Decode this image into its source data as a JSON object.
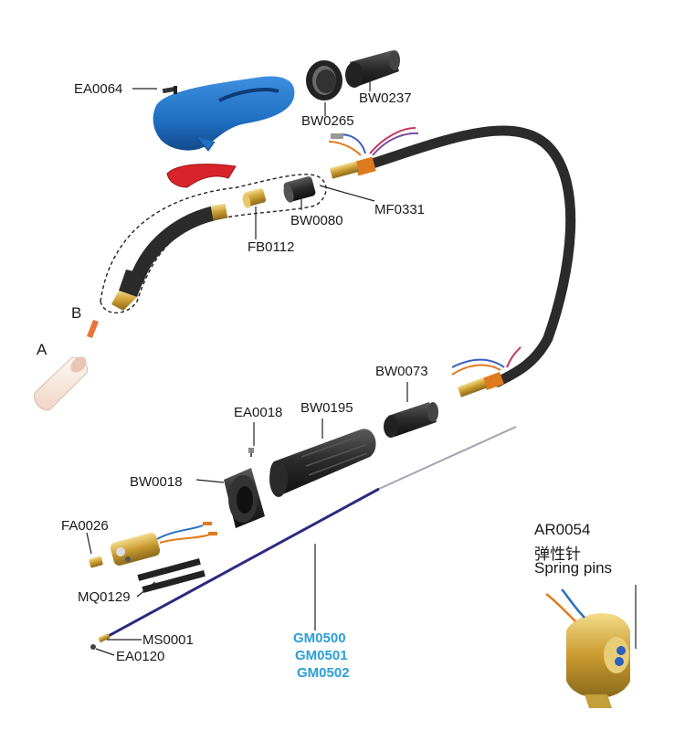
{
  "parts": {
    "ea0064": "EA0064",
    "bw0265": "BW0265",
    "bw0237": "BW0237",
    "mf0331": "MF0331",
    "bw0080": "BW0080",
    "fb0112": "FB0112",
    "b": "B",
    "a": "A",
    "bw0073": "BW0073",
    "ea0018": "EA0018",
    "bw0195": "BW0195",
    "bw0018": "BW0018",
    "fa0026": "FA0026",
    "mq0129": "MQ0129",
    "ms0001": "MS0001",
    "ea0120": "EA0120",
    "gm0500": "GM0500",
    "gm0501": "GM0501",
    "gm0502": "GM0502",
    "ar0054": "AR0054",
    "ar0054_cn": "弹性针",
    "ar0054_en": "Spring pins"
  },
  "colors": {
    "handle": "#1f6fc2",
    "brass": "#d9b64a",
    "cable": "#2b2b2b",
    "liner": "#2a2a80",
    "label_blue": "#2a9fd8",
    "trigger": "#d8232a"
  }
}
